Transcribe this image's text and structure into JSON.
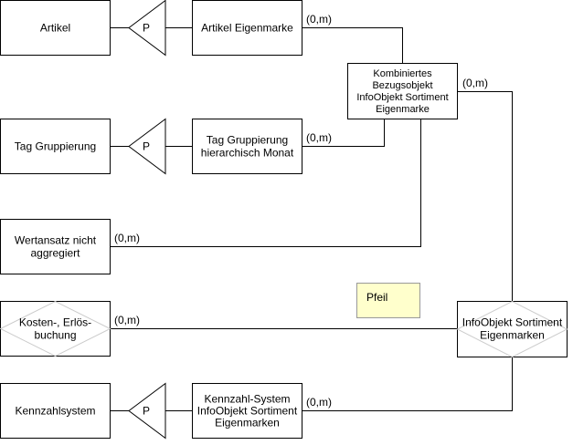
{
  "entities": {
    "artikel": "Artikel",
    "tag_gruppierung": "Tag Gruppierung",
    "wertansatz": [
      "Wertansatz nicht",
      "aggregiert"
    ],
    "kennzahlsystem": "Kennzahlsystem",
    "artikel_eigenmarke": "Artikel Eigenmarke",
    "tag_gruppierung_monat": [
      "Tag Gruppierung",
      "hierarchisch Monat"
    ],
    "kennzahl_system_sortiment": [
      "Kennzahl-System",
      "InfoObjekt Sortiment",
      "Eigenmarken"
    ],
    "kombiniertes_bezugsobjekt": [
      "Kombiniertes",
      "Bezugsobjekt",
      "InfoObjekt Sortiment",
      "Eigenmarke"
    ]
  },
  "relationships": {
    "kosten_erloes_buchung": [
      "Kosten-, Erlös-",
      "buchung"
    ],
    "infoobjekt_sortiment_eigenmarken": [
      "InfoObjekt Sortiment",
      "Eigenmarken"
    ]
  },
  "specialization_label": "P",
  "cardinality": "(0,m)",
  "note": {
    "text": "Pfeil",
    "fill": "#ffffcc"
  }
}
